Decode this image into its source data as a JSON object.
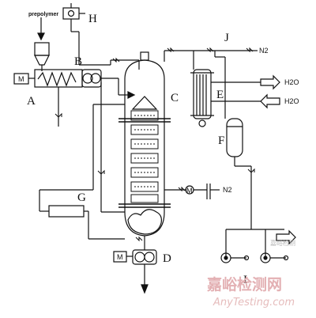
{
  "diagram": {
    "inputs": {
      "prepolymer": "prepolymer"
    },
    "labels": {
      "A": "A",
      "B": "B",
      "C": "C",
      "D": "D",
      "E": "E",
      "F": "F",
      "G": "G",
      "H": "H",
      "I": "I",
      "J": "J"
    },
    "streams": {
      "n2_top": "N2",
      "n2_side": "N2",
      "h2o_1": "H2O",
      "h2o_2": "H2O"
    },
    "motors": {
      "motor_a": "M",
      "motor_d": "M",
      "motor_side": "M"
    }
  },
  "watermark": {
    "brand_cn": "嘉峪检测网",
    "brand_en": "AnyTesting.com",
    "small": "嘉峪检测"
  }
}
